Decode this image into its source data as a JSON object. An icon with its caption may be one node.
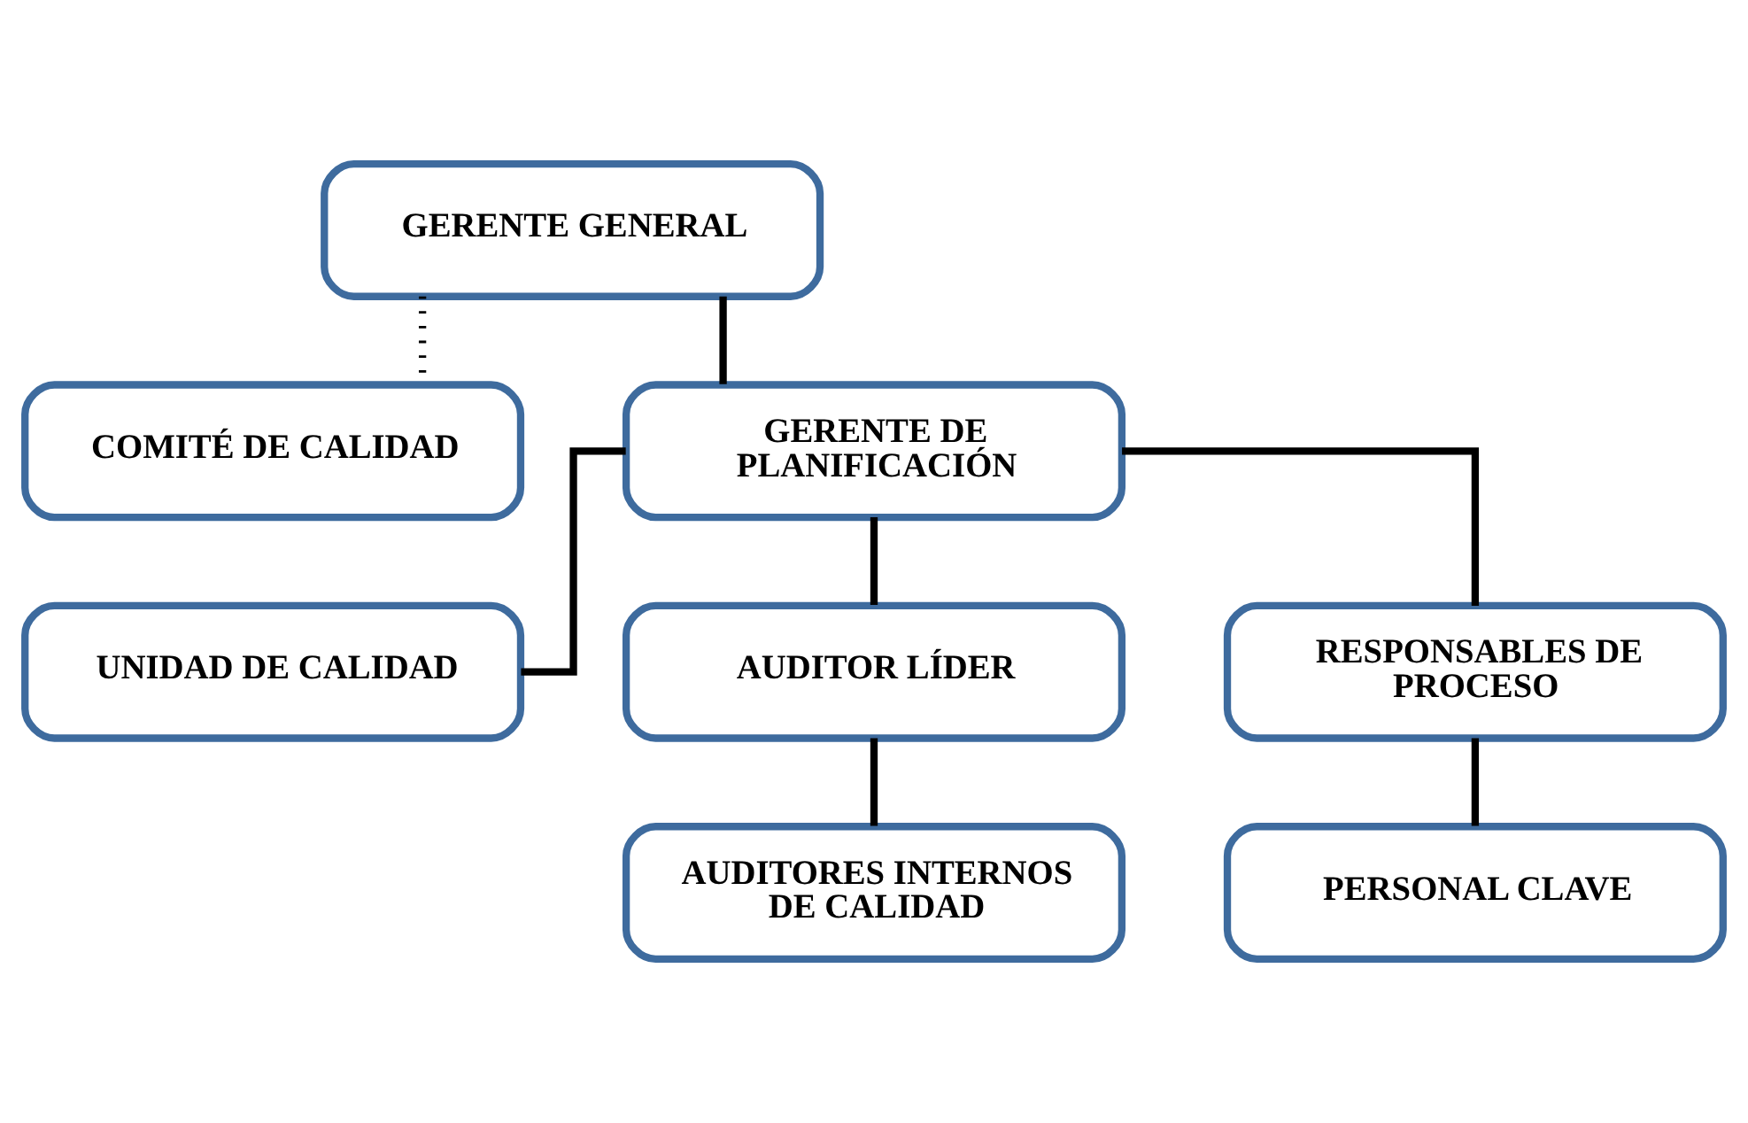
{
  "diagram": {
    "nodes": [
      {
        "text": [
          "GERENTE GENERAL"
        ]
      },
      {
        "text": [
          "COMITÉ DE CALIDAD"
        ]
      },
      {
        "text": [
          "GERENTE DE PLANIFICACIÓN"
        ]
      },
      {
        "text": [
          "UNIDAD DE CALIDAD"
        ]
      },
      {
        "text": [
          "AUDITOR LÍDER"
        ]
      },
      {
        "text": [
          "RESPONSABLES DE PROCESO"
        ]
      },
      {
        "text": [
          "AUDITORES INTERNOS DE CALIDAD"
        ]
      },
      {
        "text": [
          "PERSONAL CLAVE"
        ]
      }
    ],
    "edges": [
      {
        "from": 0,
        "to": 1,
        "arrow": "none",
        "style": "dashed"
      },
      {
        "from": 0,
        "to": 2,
        "arrow": "none"
      },
      {
        "from": 2,
        "to": 3,
        "arrow": "none"
      },
      {
        "from": 2,
        "to": 4,
        "arrow": "none"
      },
      {
        "from": 2,
        "to": 5,
        "arrow": "none"
      },
      {
        "from": 4,
        "to": 6,
        "arrow": "none"
      },
      {
        "from": 5,
        "to": 7,
        "arrow": "none"
      }
    ]
  }
}
